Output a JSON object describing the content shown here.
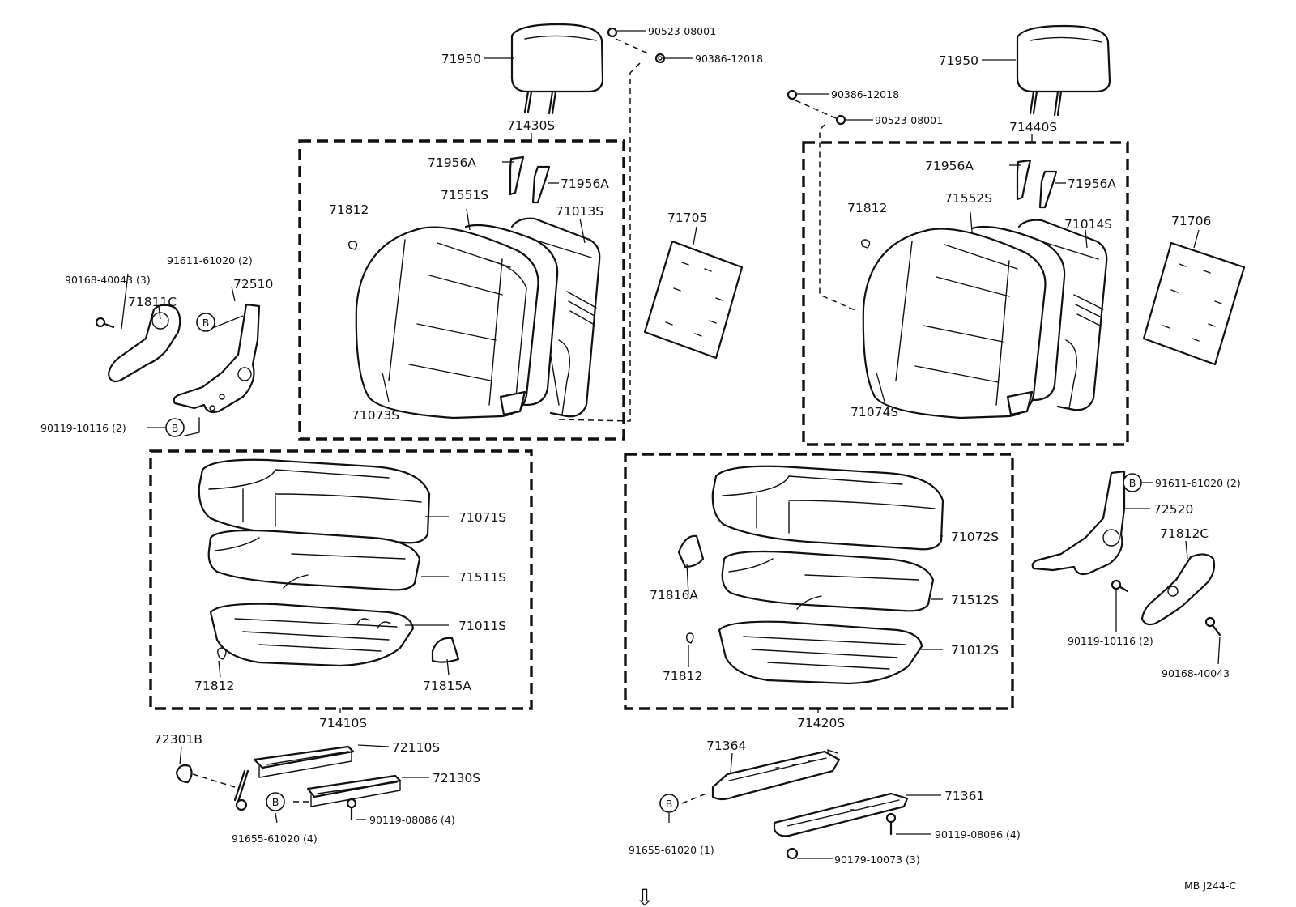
{
  "parts": {
    "headrest_left": "71950",
    "headrest_right": "71950",
    "clip_90523_top": "90523-08001",
    "nut_90386_top": "90386-12018",
    "nut_90386_right": "90386-12018",
    "clip_90523_right": "90523-08001",
    "back_assy_left": "71430S",
    "back_assy_right": "71440S",
    "support_left_a": "71956A",
    "support_left_b": "71956A",
    "support_right_a": "71956A",
    "support_right_b": "71956A",
    "pad_back_left": "71551S",
    "pad_back_right": "71552S",
    "frame_back_left": "71013S",
    "frame_back_right": "71014S",
    "hog_ring_back_left": "71812",
    "hog_ring_back_right": "71812",
    "board_left": "71705",
    "board_right": "71706",
    "cover_back_left": "71073S",
    "cover_back_right": "71074S",
    "bolt_90168_left": "90168-40043 (3)",
    "screw_91611_left": "91611-61020 (2)",
    "cover_71811c": "71811C",
    "hinge_72510": "72510",
    "bolt_90119_left": "90119-10116 (2)",
    "cover_cushion_left": "71071S",
    "pad_cushion_left": "71511S",
    "frame_cushion_left": "71011S",
    "hog_ring_cushion_left": "71812",
    "cover_71815a": "71815A",
    "cushion_assy_left": "71410S",
    "cover_cushion_right": "71072S",
    "pad_cushion_right": "71512S",
    "frame_cushion_right": "71012S",
    "cover_71816a": "71816A",
    "hog_ring_cushion_right": "71812",
    "cushion_assy_right": "71420S",
    "screw_91611_right": "91611-61020 (2)",
    "hinge_72520": "72520",
    "cover_71812c": "71812C",
    "bolt_90119_right": "90119-10116 (2)",
    "bolt_90168_right": "90168-40043",
    "knob_72301b": "72301B",
    "adjuster_72110s": "72110S",
    "adjuster_72130s": "72130S",
    "bolt_90119_08086_left": "90119-08086 (4)",
    "screw_91655_left": "91655-61020 (4)",
    "leg_71364": "71364",
    "leg_71361": "71361",
    "screw_91655_right": "91655-61020 (1)",
    "bolt_90119_08086_right": "90119-08086 (4)",
    "nut_90179": "90179-10073 (3)",
    "catalog_code": "MB  J244-C"
  },
  "callout_marker": "B",
  "arrow_glyph": "⇩"
}
